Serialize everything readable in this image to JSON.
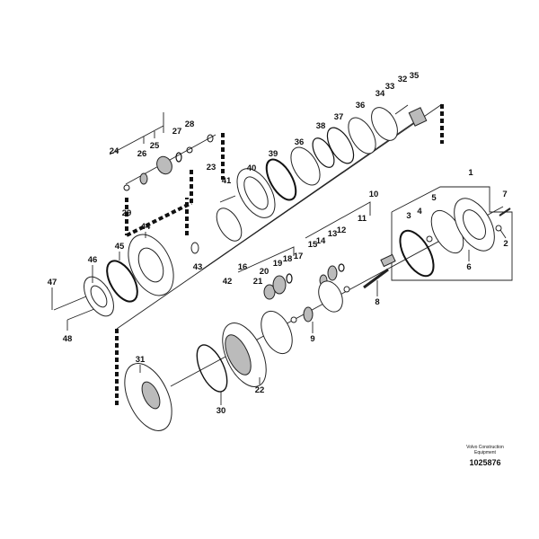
{
  "diagram": {
    "part_labels": [
      "1",
      "2",
      "3",
      "4",
      "5",
      "6",
      "7",
      "8",
      "9",
      "10",
      "11",
      "12",
      "13",
      "14",
      "15",
      "16",
      "17",
      "18",
      "19",
      "20",
      "21",
      "22",
      "23",
      "24",
      "25",
      "26",
      "27",
      "28",
      "29",
      "30",
      "31",
      "32",
      "33",
      "34",
      "35",
      "36",
      "36",
      "37",
      "38",
      "39",
      "40",
      "41",
      "42",
      "43",
      "44",
      "45",
      "46",
      "47",
      "48"
    ],
    "credit": {
      "company": "Volvo Construction",
      "company_line2": "Equipment",
      "figure_number": "1025876"
    }
  }
}
